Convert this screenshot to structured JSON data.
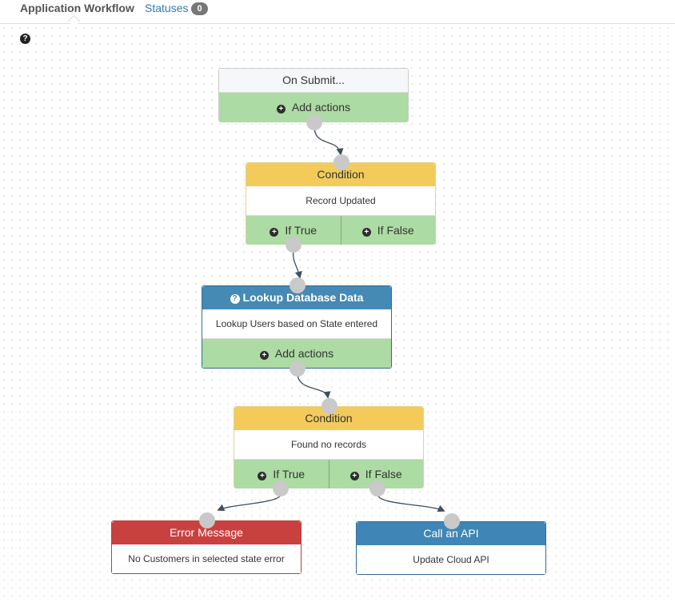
{
  "tabs": {
    "workflow_label": "Application Workflow",
    "statuses_label": "Statuses",
    "statuses_count": "0"
  },
  "help_glyph": "?",
  "nodes": {
    "on_submit": {
      "title": "On Submit...",
      "action": "Add actions"
    },
    "condition_1": {
      "title": "Condition",
      "body": "Record Updated",
      "if_true": "If True",
      "if_false": "If False"
    },
    "lookup": {
      "icon": "question-circle-icon",
      "title": "Lookup Database Data",
      "body": "Lookup Users based on State entered",
      "action": "Add actions"
    },
    "condition_2": {
      "title": "Condition",
      "body": "Found no records",
      "if_true": "If True",
      "if_false": "If False"
    },
    "error": {
      "title": "Error Message",
      "body": "No Customers in selected state error"
    },
    "api": {
      "title": "Call an API",
      "body": "Update Cloud API"
    }
  },
  "colors": {
    "action_green": "#acdba3",
    "condition_yellow": "#f2cb5b",
    "lookup_blue": "#4589b5",
    "error_red": "#c9413f",
    "connector_gray": "#c9c9c9",
    "edge": "#3d4f60"
  }
}
